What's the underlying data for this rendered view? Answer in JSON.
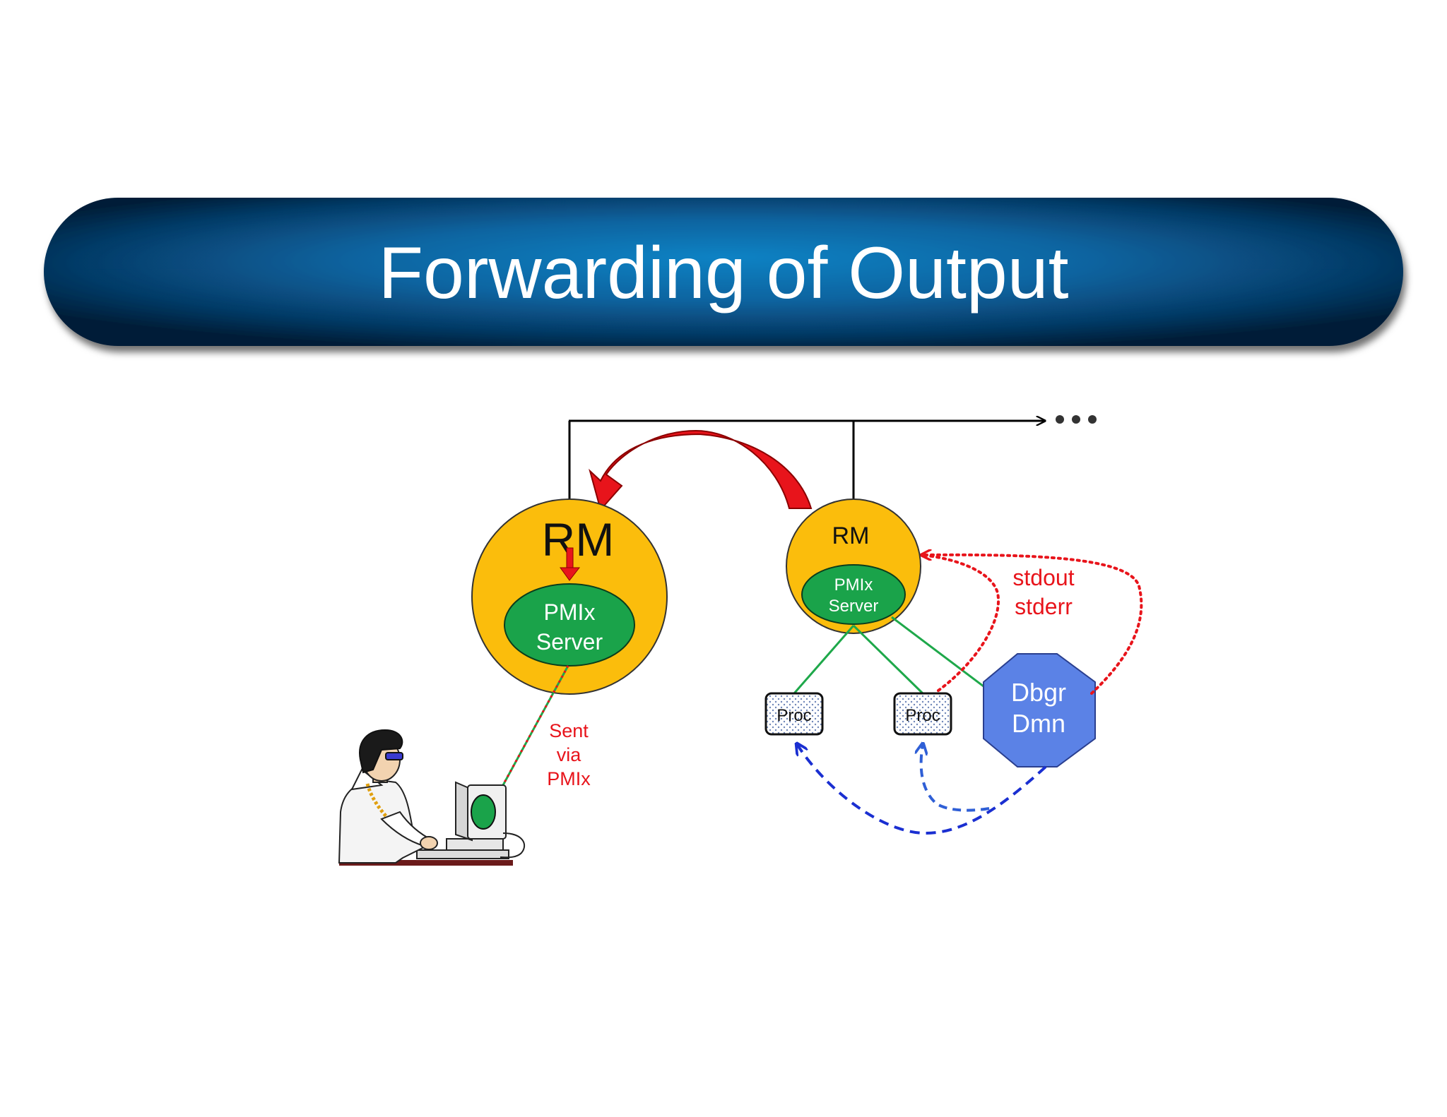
{
  "slide": {
    "title": "Forwarding of Output"
  },
  "diagram": {
    "continuation": "• • •",
    "left_node": {
      "label": "RM",
      "server_line1": "PMIx",
      "server_line2": "Server"
    },
    "right_node": {
      "label": "RM",
      "server_line1": "PMIx",
      "server_line2": "Server"
    },
    "procs": [
      {
        "label": "Proc"
      },
      {
        "label": "Proc"
      }
    ],
    "debugger": {
      "line1": "Dbgr",
      "line2": "Dmn"
    },
    "output_streams": {
      "line1": "stdout",
      "line2": "stderr"
    },
    "sent_via": {
      "line1": "Sent",
      "line2": "via",
      "line3": "PMIx"
    }
  },
  "colors": {
    "banner_center": "#0a78b8",
    "banner_edge": "#05243f",
    "rm_fill": "#fbbd0c",
    "server_fill": "#1aa34a",
    "debugger_fill": "#5b82e6",
    "red_annotation": "#e8141b",
    "blue_dashed": "#1a2fd1",
    "green_line": "#1ea84a"
  }
}
